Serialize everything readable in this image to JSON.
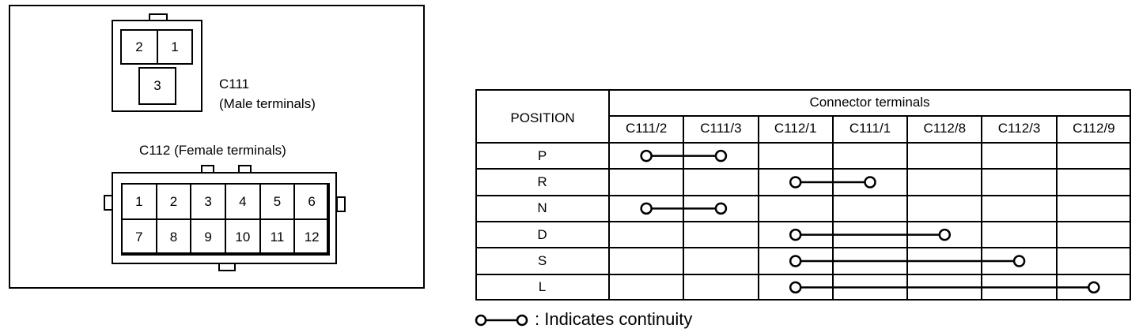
{
  "c111": {
    "label": "C111",
    "sublabel": "(Male terminals)",
    "pins": [
      "2",
      "1",
      "3"
    ]
  },
  "c112": {
    "label": "C112 (Female terminals)",
    "pins_top": [
      "1",
      "2",
      "3",
      "4",
      "5",
      "6"
    ],
    "pins_bottom": [
      "7",
      "8",
      "9",
      "10",
      "11",
      "12"
    ]
  },
  "table": {
    "position_header": "POSITION",
    "group_header": "Connector terminals",
    "columns": [
      "C111/2",
      "C111/3",
      "C112/1",
      "C111/1",
      "C112/8",
      "C112/3",
      "C112/9"
    ],
    "rows": [
      {
        "position": "P",
        "from": 0,
        "to": 1
      },
      {
        "position": "R",
        "from": 2,
        "to": 3
      },
      {
        "position": "N",
        "from": 0,
        "to": 1
      },
      {
        "position": "D",
        "from": 2,
        "to": 4
      },
      {
        "position": "S",
        "from": 2,
        "to": 5
      },
      {
        "position": "L",
        "from": 2,
        "to": 6
      }
    ]
  },
  "legend": {
    "text": ": Indicates continuity"
  }
}
